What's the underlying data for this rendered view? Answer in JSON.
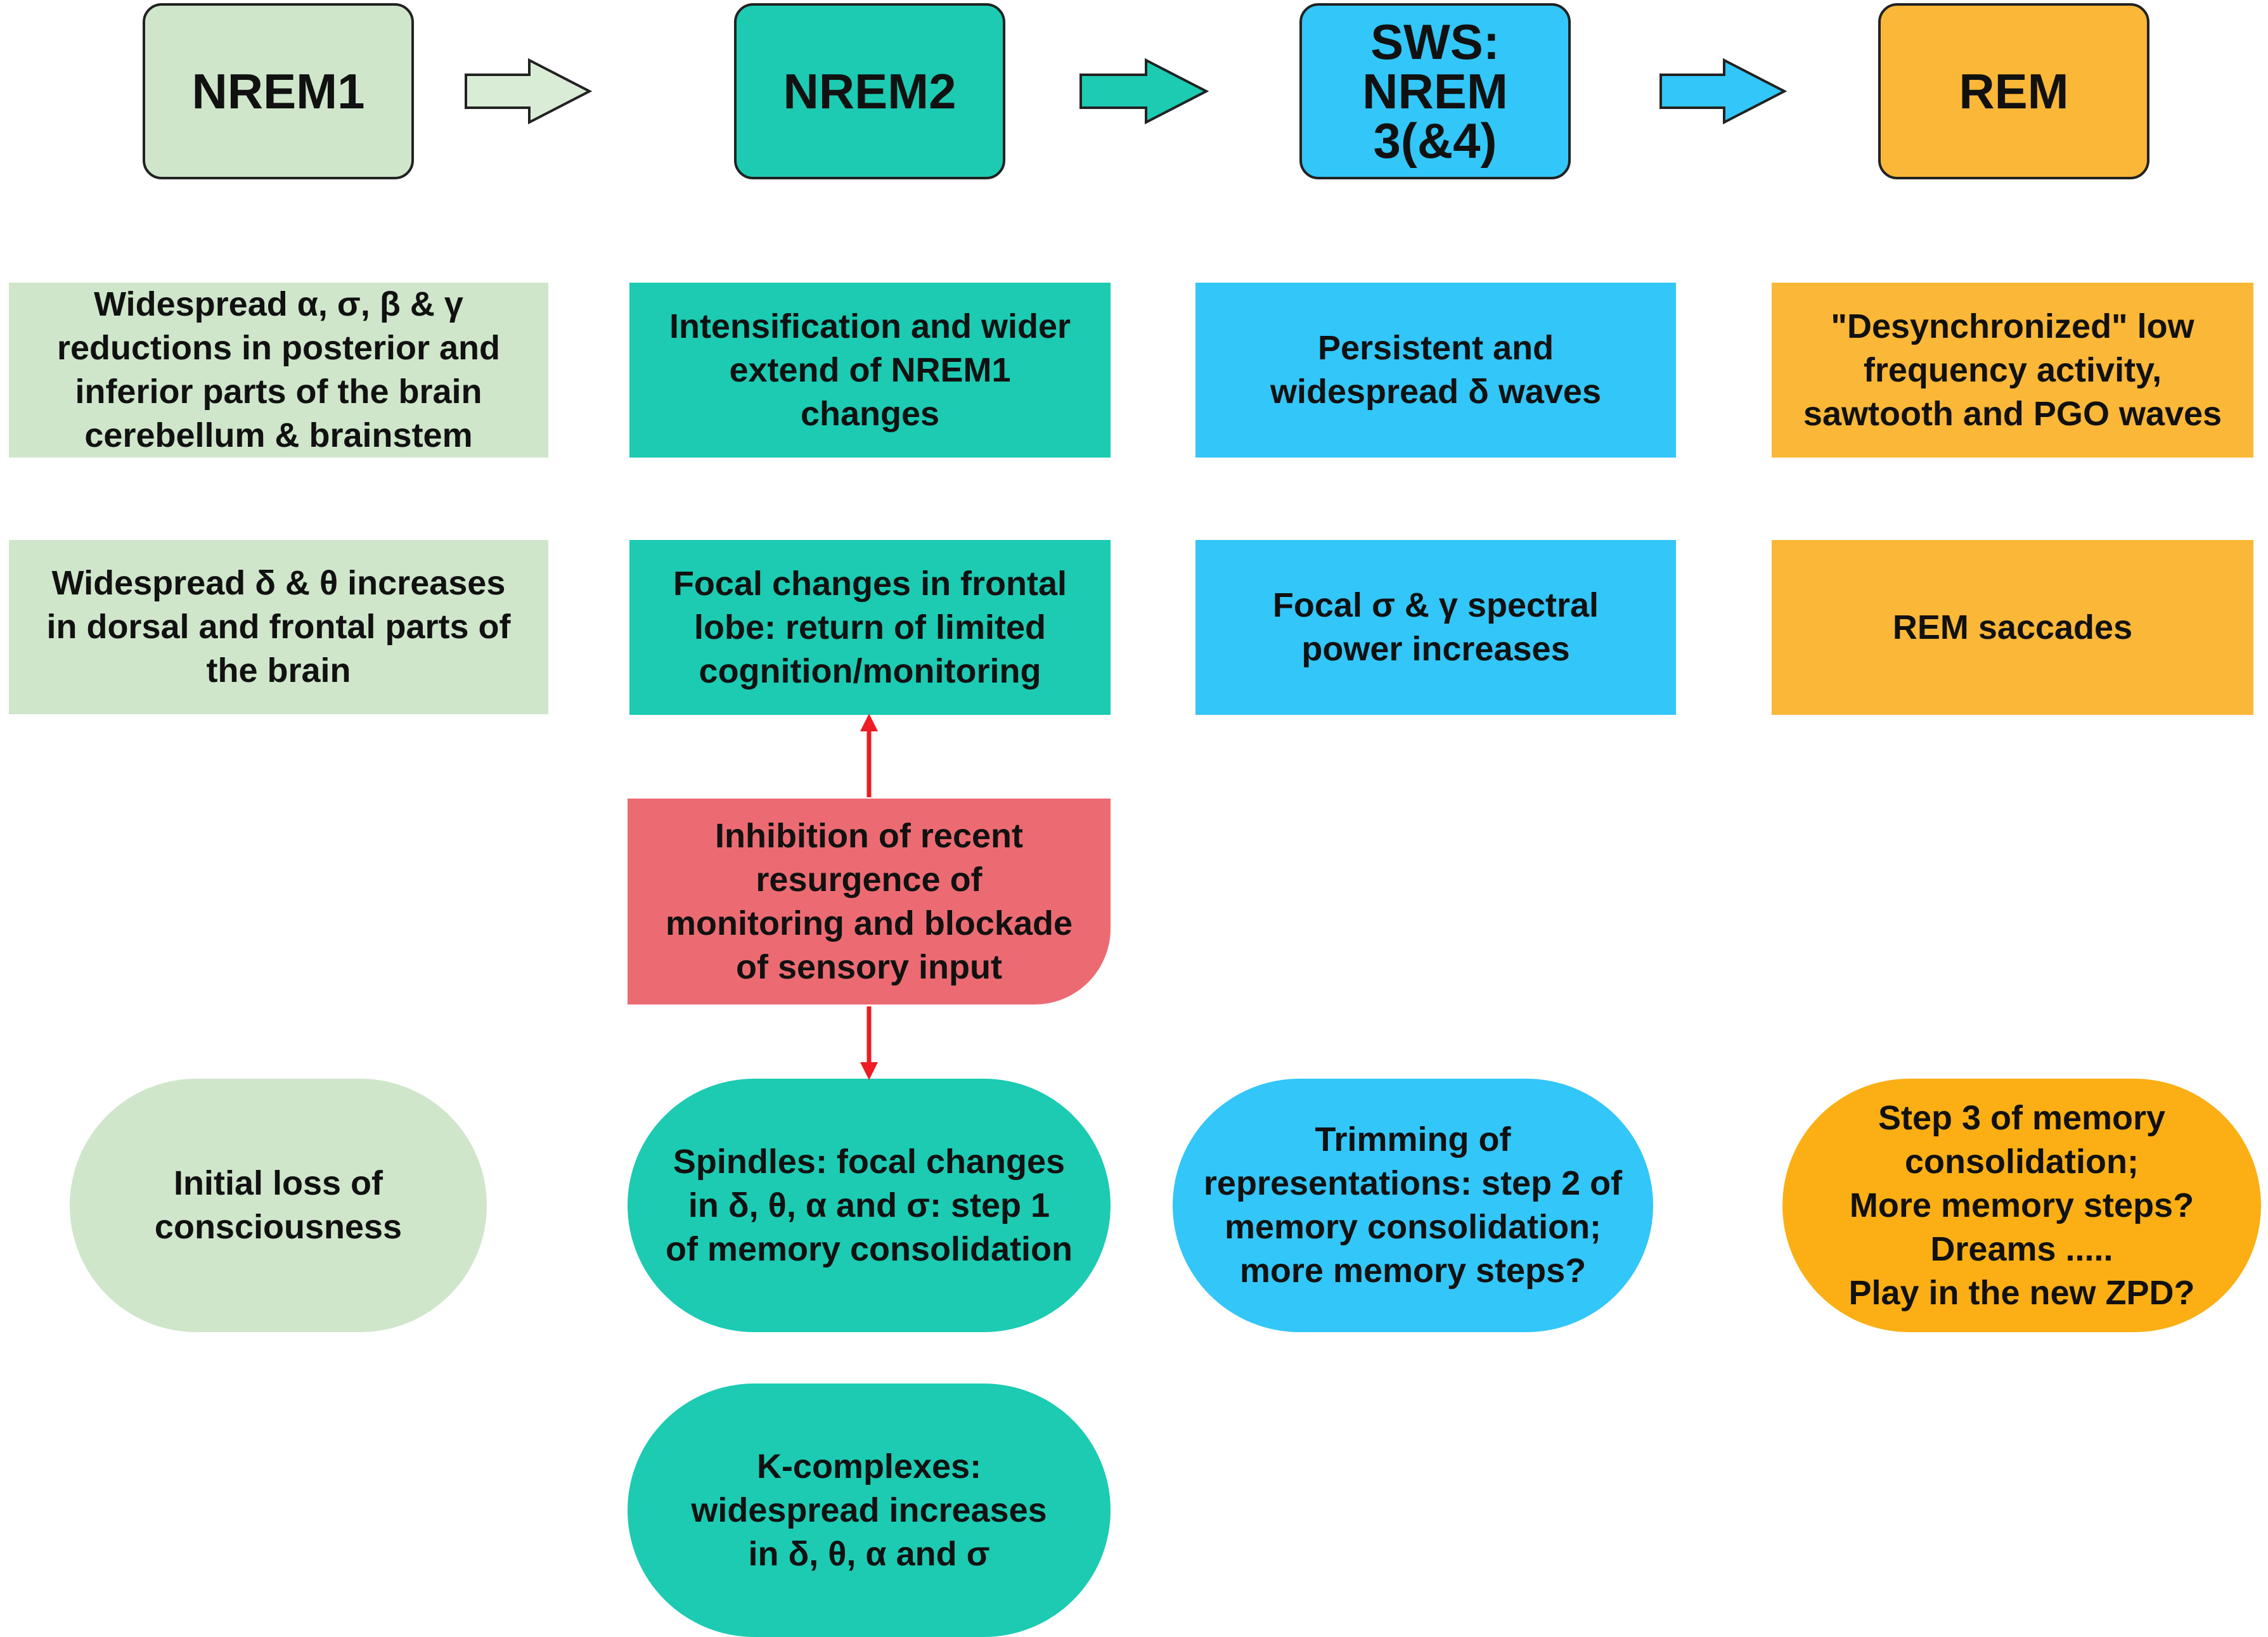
{
  "stages": [
    {
      "label": "NREM1",
      "color": "#cfe6cb"
    },
    {
      "label": "NREM2",
      "color": "#1ccbb2"
    },
    {
      "label": "SWS:\nNREM\n3(&4)",
      "color": "#33c6f8"
    },
    {
      "label": "REM",
      "color": "#fbb737"
    }
  ],
  "row1": {
    "nrem1": "Widespread  α, σ, β & γ\nreductions in posterior and\ninferior parts of the brain\ncerebellum & brainstem",
    "nrem2": "Intensification and wider\nextend of NREM1\nchanges",
    "sws": "Persistent and\nwidespread  δ waves",
    "rem": "\"Desynchronized\" low\nfrequency activity,\nsawtooth and PGO waves"
  },
  "row2": {
    "nrem1": "Widespread δ & θ increases\nin dorsal and frontal parts of\nthe brain",
    "nrem2": "Focal changes in frontal\nlobe: return of limited\ncognition/monitoring",
    "sws": "Focal σ & γ spectral\npower increases",
    "rem": "REM saccades"
  },
  "inhibition": "Inhibition of recent\nresurgence of\nmonitoring and blockade\nof sensory input",
  "outcomes": {
    "nrem1": "Initial loss of\nconsciousness",
    "nrem2": "Spindles: focal changes\nin δ, θ, α and σ: step 1\nof memory consolidation",
    "sws": "Trimming of\nrepresentations: step 2 of\nmemory consolidation;\nmore memory steps?",
    "rem": "Step 3 of memory\nconsolidation;\nMore memory steps?\nDreams  .....\nPlay in the new ZPD?"
  },
  "k_complexes": "K-complexes:\nwidespread increases\nin δ, θ, α and σ",
  "arrow_colors": [
    "#d9ecd5",
    "#1ccbb2",
    "#33c6f8"
  ],
  "connector_color": "#ee1c24"
}
